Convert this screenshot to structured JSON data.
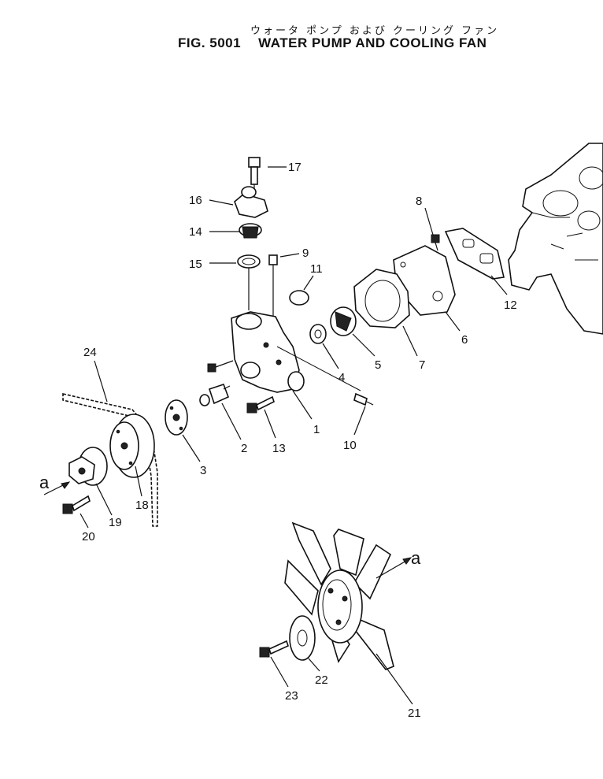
{
  "title": {
    "japanese": "ウォータ ポンプ および クーリング ファン",
    "fig_number": "FIG. 5001",
    "english": "WATER PUMP AND COOLING FAN"
  },
  "view_marker": "a",
  "parts": [
    {
      "id": "1",
      "label": "1"
    },
    {
      "id": "2",
      "label": "2"
    },
    {
      "id": "3",
      "label": "3"
    },
    {
      "id": "4",
      "label": "4"
    },
    {
      "id": "5",
      "label": "5"
    },
    {
      "id": "6",
      "label": "6"
    },
    {
      "id": "7",
      "label": "7"
    },
    {
      "id": "8",
      "label": "8"
    },
    {
      "id": "9",
      "label": "9"
    },
    {
      "id": "10",
      "label": "10"
    },
    {
      "id": "11",
      "label": "11"
    },
    {
      "id": "12",
      "label": "12"
    },
    {
      "id": "13",
      "label": "13"
    },
    {
      "id": "14",
      "label": "14"
    },
    {
      "id": "15",
      "label": "15"
    },
    {
      "id": "16",
      "label": "16"
    },
    {
      "id": "17",
      "label": "17"
    },
    {
      "id": "18",
      "label": "18"
    },
    {
      "id": "19",
      "label": "19"
    },
    {
      "id": "20",
      "label": "20"
    },
    {
      "id": "21",
      "label": "21"
    },
    {
      "id": "22",
      "label": "22"
    },
    {
      "id": "23",
      "label": "23"
    },
    {
      "id": "24",
      "label": "24"
    }
  ]
}
